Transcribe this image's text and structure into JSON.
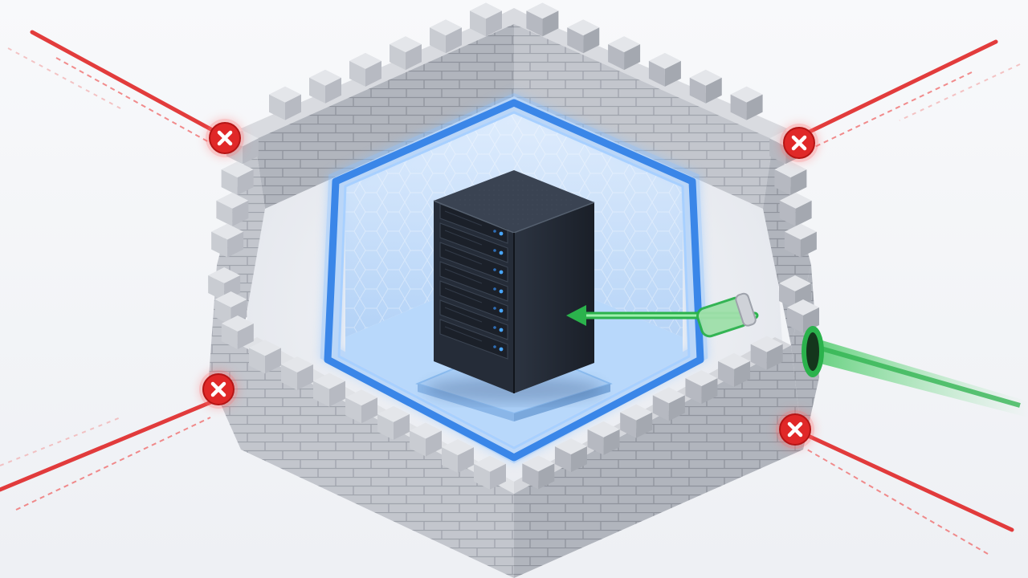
{
  "diagram": {
    "palette": {
      "background": "#f4f5f8",
      "wall_light": "#d6d8de",
      "wall_mid": "#b9bcc4",
      "wall_dark": "#9ea2ab",
      "mortar": "#8d9099",
      "shield_blue": "#3a86e8",
      "shield_glow": "#8cc2ff",
      "shield_fill": "#cfe5ff",
      "server_body": "#1f2530",
      "server_face": "#2b3340",
      "server_led": "#49a7ff",
      "blocked": "#e02828",
      "allowed": "#2bb24c"
    },
    "icons": {
      "wall": "fortress-wall-icon",
      "shield": "shield-barrier-icon",
      "server": "server-rack-icon",
      "blocked": "blocked-x-icon",
      "allowed": "allowed-green-beam-icon",
      "port": "port-gate-icon"
    },
    "blocked_connections": [
      {
        "id": "top-left"
      },
      {
        "id": "top-right"
      },
      {
        "id": "bottom-left"
      },
      {
        "id": "bottom-right"
      }
    ],
    "allowed_connections": [
      {
        "id": "right-port"
      }
    ]
  }
}
